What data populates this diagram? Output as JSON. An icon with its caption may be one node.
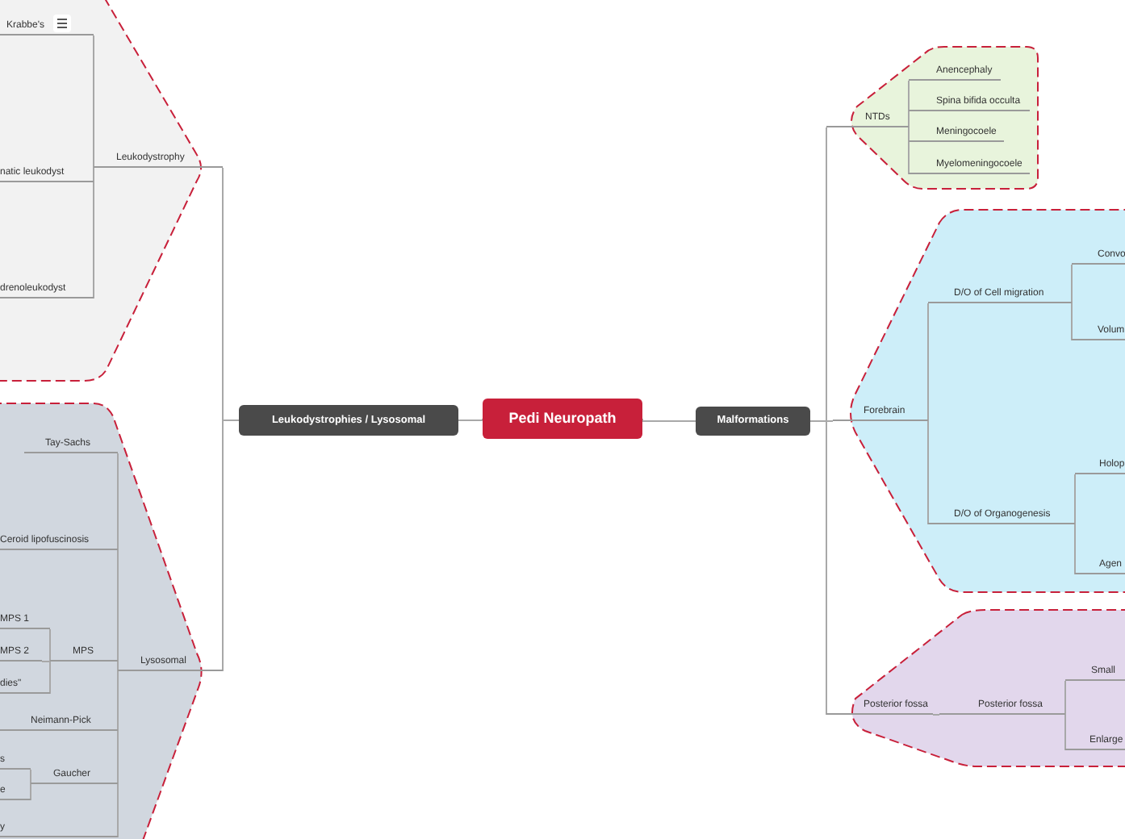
{
  "diagram": {
    "nodes": [
      {
        "text": [
          "Pedi Neuropath"
        ]
      },
      {
        "text": [
          "Leukodystrophies / Lysosomal"
        ]
      },
      {
        "text": [
          "Malformations"
        ]
      },
      {
        "text": [
          "Leukodystrophy"
        ]
      },
      {
        "text": [
          "Krabbe's"
        ]
      },
      {
        "text": [
          "natic leukodyst"
        ]
      },
      {
        "text": [
          "drenoleukodyst"
        ]
      },
      {
        "text": [
          "Lysosomal"
        ]
      },
      {
        "text": [
          "Tay-Sachs"
        ]
      },
      {
        "text": [
          "Ceroid lipofuscinosis"
        ]
      },
      {
        "text": [
          "MPS"
        ]
      },
      {
        "text": [
          "MPS 1"
        ]
      },
      {
        "text": [
          "MPS 2"
        ]
      },
      {
        "text": [
          "dies\""
        ]
      },
      {
        "text": [
          "Neimann-Pick"
        ]
      },
      {
        "text": [
          "Gaucher"
        ]
      },
      {
        "text": [
          "s"
        ]
      },
      {
        "text": [
          "e"
        ]
      },
      {
        "text": [
          "y"
        ]
      },
      {
        "text": [
          "NTDs"
        ]
      },
      {
        "text": [
          "Anencephaly"
        ]
      },
      {
        "text": [
          "Spina bifida occulta"
        ]
      },
      {
        "text": [
          "Meningocoele"
        ]
      },
      {
        "text": [
          "Myelomeningocoele"
        ]
      },
      {
        "text": [
          "Forebrain"
        ]
      },
      {
        "text": [
          "D/O of Cell migration"
        ]
      },
      {
        "text": [
          "Convo"
        ]
      },
      {
        "text": [
          "Volum"
        ]
      },
      {
        "text": [
          "D/O of Organogenesis"
        ]
      },
      {
        "text": [
          "Holop"
        ]
      },
      {
        "text": [
          "Agen"
        ]
      },
      {
        "text": [
          "Posterior fossa"
        ]
      },
      {
        "text": [
          "Posterior fossa"
        ]
      },
      {
        "text": [
          "Small"
        ]
      },
      {
        "text": [
          "Enlarge"
        ]
      }
    ],
    "edges": [
      {
        "from": 0,
        "to": 1,
        "arrow": "none"
      },
      {
        "from": 0,
        "to": 2,
        "arrow": "none"
      },
      {
        "from": 1,
        "to": 3,
        "arrow": "none"
      },
      {
        "from": 1,
        "to": 7,
        "arrow": "none"
      },
      {
        "from": 3,
        "to": 4,
        "arrow": "none"
      },
      {
        "from": 3,
        "to": 5,
        "arrow": "none"
      },
      {
        "from": 3,
        "to": 6,
        "arrow": "none"
      },
      {
        "from": 7,
        "to": 8,
        "arrow": "none"
      },
      {
        "from": 7,
        "to": 9,
        "arrow": "none"
      },
      {
        "from": 7,
        "to": 10,
        "arrow": "none"
      },
      {
        "from": 7,
        "to": 14,
        "arrow": "none"
      },
      {
        "from": 7,
        "to": 15,
        "arrow": "none"
      },
      {
        "from": 7,
        "to": 18,
        "arrow": "none"
      },
      {
        "from": 10,
        "to": 11,
        "arrow": "none"
      },
      {
        "from": 10,
        "to": 12,
        "arrow": "none"
      },
      {
        "from": 10,
        "to": 13,
        "arrow": "none"
      },
      {
        "from": 15,
        "to": 16,
        "arrow": "none"
      },
      {
        "from": 15,
        "to": 17,
        "arrow": "none"
      },
      {
        "from": 2,
        "to": 19,
        "arrow": "none"
      },
      {
        "from": 2,
        "to": 24,
        "arrow": "none"
      },
      {
        "from": 2,
        "to": 31,
        "arrow": "none"
      },
      {
        "from": 19,
        "to": 20,
        "arrow": "none"
      },
      {
        "from": 19,
        "to": 21,
        "arrow": "none"
      },
      {
        "from": 19,
        "to": 22,
        "arrow": "none"
      },
      {
        "from": 19,
        "to": 23,
        "arrow": "none"
      },
      {
        "from": 24,
        "to": 25,
        "arrow": "none"
      },
      {
        "from": 24,
        "to": 28,
        "arrow": "none"
      },
      {
        "from": 25,
        "to": 26,
        "arrow": "none"
      },
      {
        "from": 25,
        "to": 27,
        "arrow": "none"
      },
      {
        "from": 28,
        "to": 29,
        "arrow": "none"
      },
      {
        "from": 28,
        "to": 30,
        "arrow": "none"
      },
      {
        "from": 31,
        "to": 32,
        "arrow": "none"
      },
      {
        "from": 32,
        "to": 33,
        "arrow": "none"
      },
      {
        "from": 32,
        "to": 34,
        "arrow": "none"
      }
    ]
  }
}
